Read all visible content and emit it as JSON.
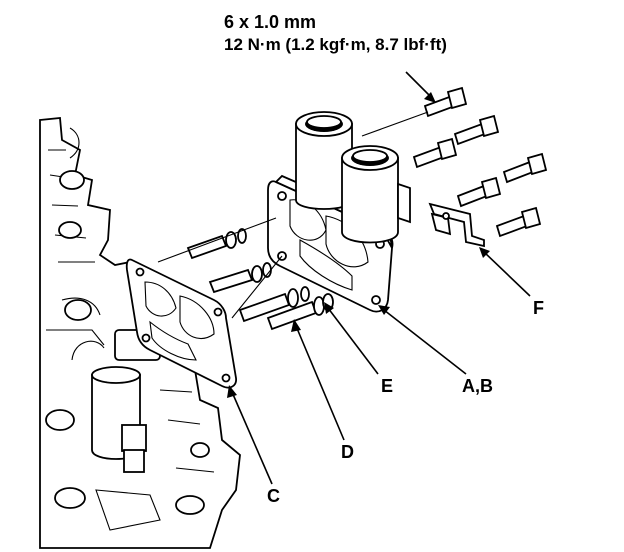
{
  "spec": {
    "bolt_size": "6 x 1.0 mm",
    "torque": "12 N·m (1.2 kgf·m, 8.7 lbf·ft)"
  },
  "callouts": {
    "a_b": "A,B",
    "c": "C",
    "d": "D",
    "e": "E",
    "f": "F"
  }
}
